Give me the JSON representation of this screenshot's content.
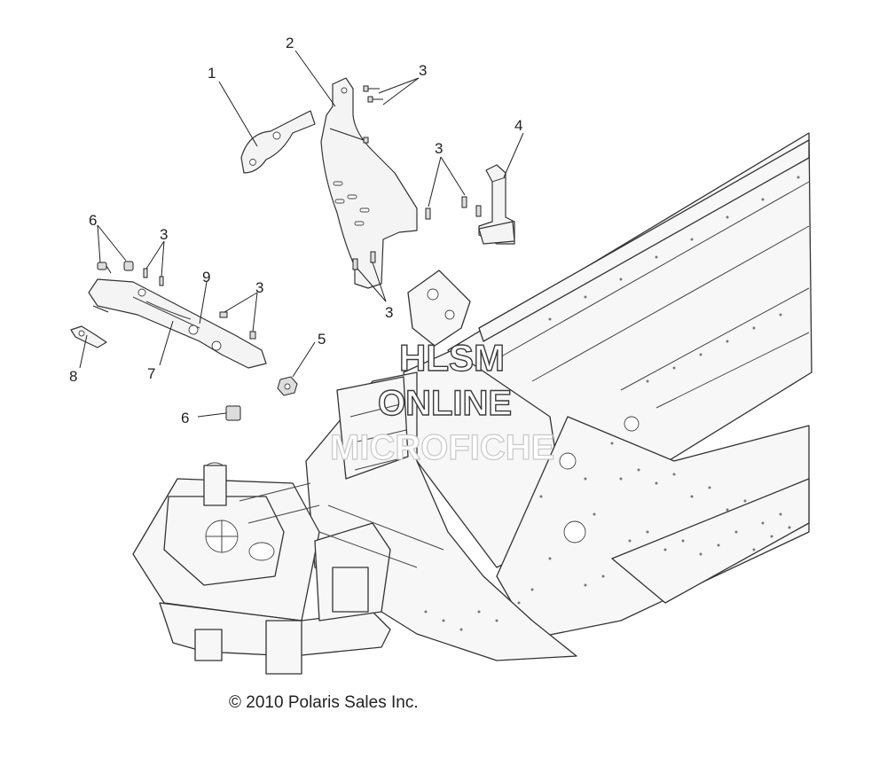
{
  "callouts": {
    "c1": "1",
    "c2": "2",
    "c3a": "3",
    "c3b": "3",
    "c3c": "3",
    "c3d": "3",
    "c3e": "3",
    "c4": "4",
    "c5": "5",
    "c6a": "6",
    "c6b": "6",
    "c7": "7",
    "c8": "8",
    "c9": "9"
  },
  "watermark": {
    "line1": "HLSM",
    "line2": "ONLINE",
    "line3": "MICROFICHE"
  },
  "copyright": "© 2010 Polaris Sales Inc."
}
